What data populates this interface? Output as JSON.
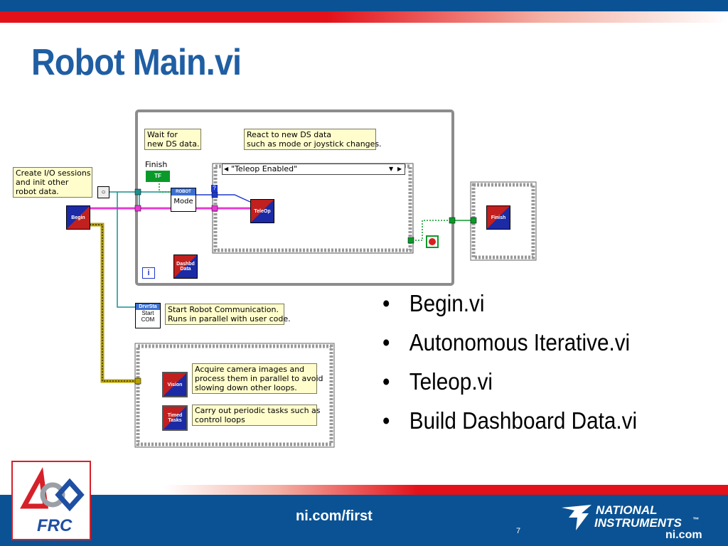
{
  "slide": {
    "title": "Robot Main.vi",
    "page_number": "7",
    "footer_url": "ni.com/first"
  },
  "diagram": {
    "notes": {
      "create_io": "Create I/O sessions\nand init other\nrobot data.",
      "wait_ds": "Wait for\nnew DS data.",
      "react_ds": "React to new DS data\nsuch as mode or joystick changes.",
      "start_comm": "Start Robot Communication.\nRuns in parallel with user code.",
      "vision": "Acquire camera images and\nprocess them in parallel to avoid\nslowing down other loops.",
      "timed": "Carry out periodic tasks such as\ncontrol loops"
    },
    "finish_label": "Finish",
    "finish_const": "TF",
    "case_selector": "\"Teleop Enabled\"",
    "robot_label": "ROBOT",
    "mode_label": "Mode",
    "question_mark": "?",
    "iteration_label": "i",
    "subvis": {
      "begin": "Begin",
      "teleop": "TeleOp",
      "dashboard": "Dashbd\nData",
      "finish": "Finish",
      "vision": "Vision",
      "timed": "Timed\nTasks",
      "drvrsta_top": "DrvrSta",
      "drvrsta_mid": "Start",
      "drvrsta_bot": "COM"
    }
  },
  "bullets": [
    "Begin.vi",
    "Autonomous Iterative.vi",
    "Teleop.vi",
    "Build Dashboard Data.vi"
  ],
  "logos": {
    "frc": "FRC",
    "ni_line1": "NATIONAL",
    "ni_line2": "INSTRUMENTS",
    "ni_tm": "™",
    "ni_url": "ni.com"
  },
  "colors": {
    "brand_blue": "#0a5294",
    "brand_red": "#e3111a",
    "title_blue": "#1f5ea3",
    "note_yellow": "#fffdcc"
  }
}
